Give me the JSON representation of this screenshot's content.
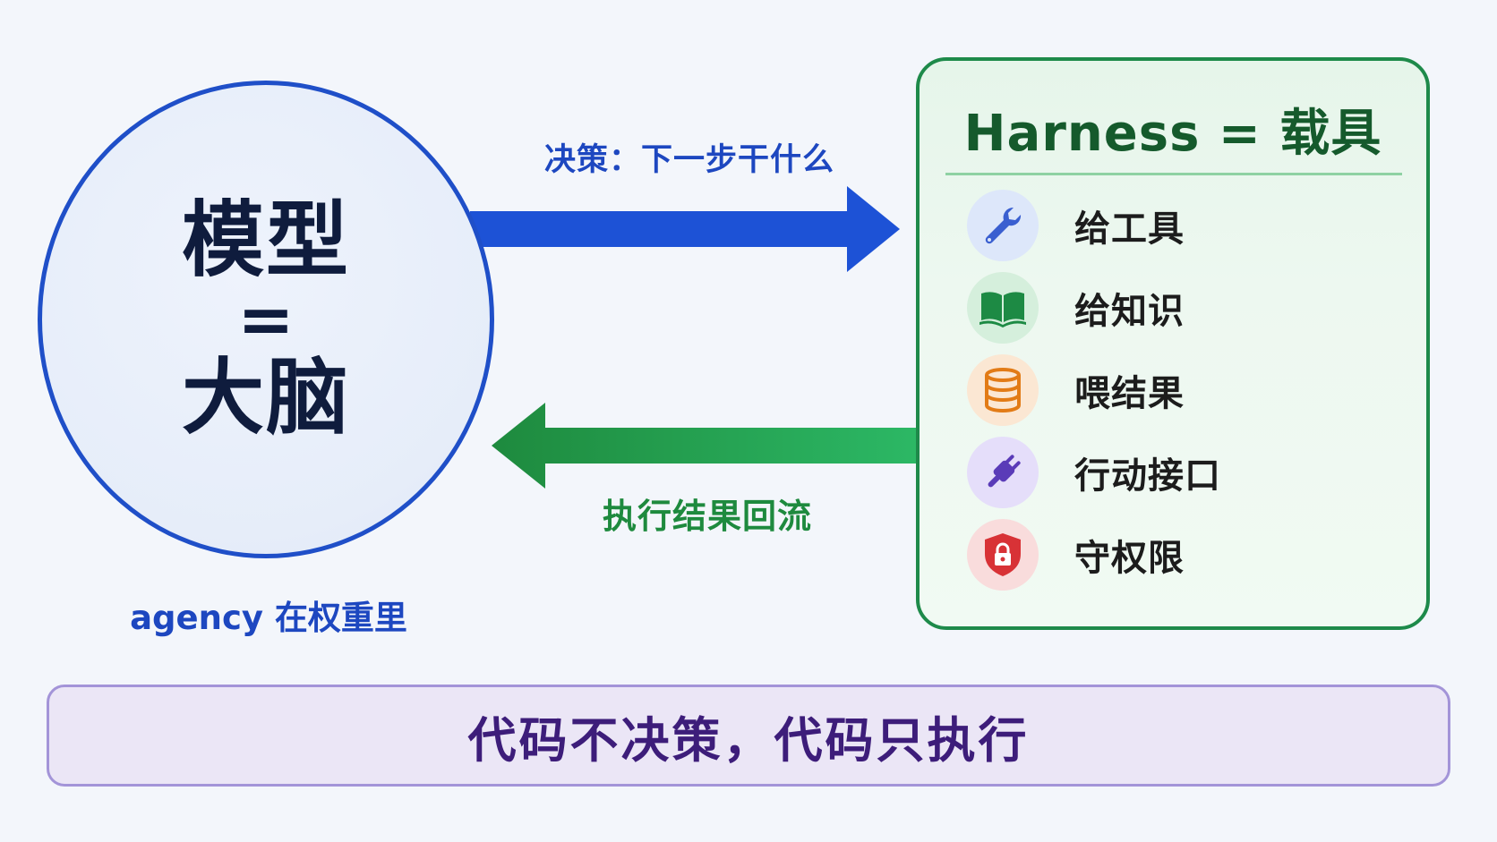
{
  "brain": {
    "line1": "模型",
    "line2": "=",
    "line3": "大脑",
    "caption": "agency 在权重里"
  },
  "arrows": {
    "decide_label": "决策：下一步干什么",
    "return_label": "执行结果回流",
    "decide_color": "#1d52d6",
    "return_color": "#22a455"
  },
  "harness": {
    "title": "Harness = 载具",
    "items": [
      {
        "label": "给工具",
        "icon": "wrench-icon",
        "color": "#3a5fd0",
        "bg": "#dde7fa"
      },
      {
        "label": "给知识",
        "icon": "book-icon",
        "color": "#1d8a44",
        "bg": "#d5efdc"
      },
      {
        "label": "喂结果",
        "icon": "database-icon",
        "color": "#e27b16",
        "bg": "#fbe7d3"
      },
      {
        "label": "行动接口",
        "icon": "plug-icon",
        "color": "#5a3bb8",
        "bg": "#e5defa"
      },
      {
        "label": "守权限",
        "icon": "shield-lock-icon",
        "color": "#d83236",
        "bg": "#f9dcdc"
      }
    ]
  },
  "footer": {
    "text": "代码不决策，代码只执行"
  }
}
